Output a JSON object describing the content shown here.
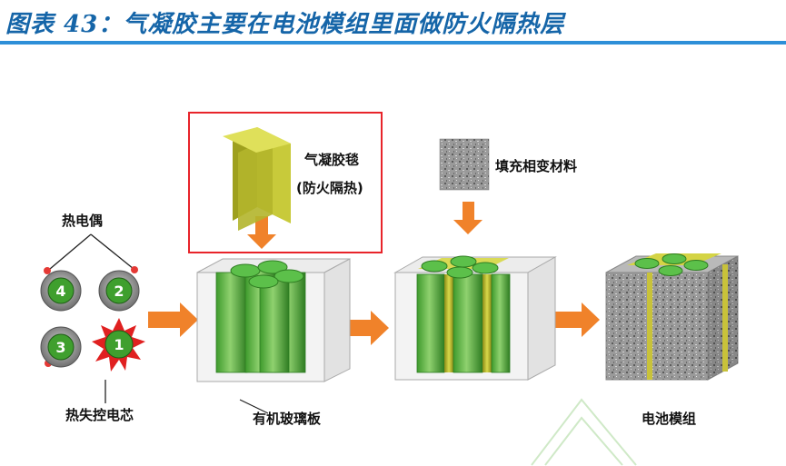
{
  "title": "图表 43：气凝胶主要在电池模组里面做防火隔热层",
  "labels": {
    "thermocouple": "热电偶",
    "runaway_cell": "热失控电芯",
    "aerogel_felt": "气凝胶毯",
    "aerogel_purpose": "(防火隔热)",
    "phase_change": "填充相变材料",
    "glass_board": "有机玻璃板",
    "battery_module": "电池模组"
  },
  "cells": [
    {
      "number": "4"
    },
    {
      "number": "2"
    },
    {
      "number": "3"
    },
    {
      "number": "1"
    }
  ],
  "colors": {
    "title": "#1565a8",
    "rule": "#2d8fd8",
    "highlight": "#e8242a",
    "arrow": "#f0822a",
    "cell_green": "#4caf3a",
    "aerogel": "#b5b828",
    "pcm": "#a8a8a8"
  },
  "icons": [
    "cell-icon",
    "fire-burst-icon",
    "aerogel-felt-icon",
    "pcm-swatch-icon",
    "arrow-right-icon",
    "arrow-down-icon"
  ]
}
